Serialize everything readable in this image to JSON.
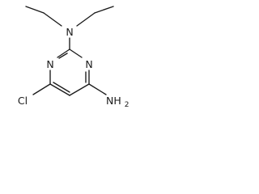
{
  "molecule": {
    "atoms": {
      "amine_n": "N",
      "ring_n_left": "N",
      "ring_n_right": "N",
      "chloro": "Cl",
      "amino": "NH",
      "amino_sub": "2"
    }
  }
}
